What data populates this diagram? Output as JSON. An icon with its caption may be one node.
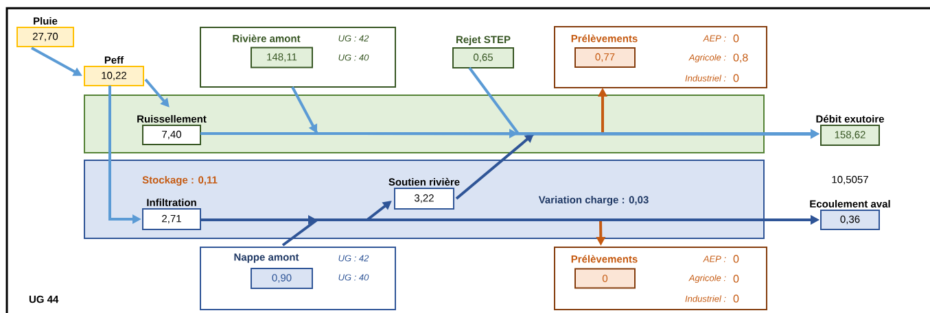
{
  "diagram": {
    "nodes": [
      {
        "text": [
          "Pluie",
          "27,70"
        ]
      },
      {
        "text": [
          "Peff",
          "10,22"
        ]
      },
      {
        "text": [
          "Rivière amont",
          "UG : 42",
          "UG : 40"
        ]
      },
      {
        "text": [
          "148,11"
        ],
        "in": 2
      },
      {
        "text": [
          "Rejet STEP",
          "0,65"
        ]
      },
      {
        "text": [
          "Prélèvements",
          "AEP :",
          "0",
          "Agricole :",
          "0,8",
          "Industriel :",
          "0"
        ]
      },
      {
        "text": [
          "0,77"
        ],
        "in": 5
      },
      {
        "text": [],
        "shape": "box"
      },
      {
        "text": [
          "Ruissellement",
          "7,40"
        ],
        "in": 7
      },
      {
        "text": [
          "Débit exutoire",
          "158,62"
        ]
      },
      {
        "text": [
          "Stockage : 0,11",
          "Variation charge : 0,03"
        ]
      },
      {
        "text": [
          "Soutien rivière",
          "3,22"
        ],
        "in": 10
      },
      {
        "text": [
          "Infiltration",
          "2,71"
        ],
        "in": 10
      },
      {
        "text": [
          "Ecoulement aval",
          "0,36"
        ],
        "beside": [
          "10,5057"
        ]
      },
      {
        "text": [
          "Nappe amont",
          "UG : 42",
          "UG : 40"
        ]
      },
      {
        "text": [
          "0,90"
        ],
        "in": 14
      },
      {
        "text": [
          "Prélèvements",
          "AEP :",
          "0",
          "Agricole :",
          "0",
          "Industriel :",
          "0"
        ]
      },
      {
        "text": [
          "0"
        ],
        "in": 16
      }
    ],
    "edges": [
      {
        "from": 0,
        "to": 1,
        "arrow": "to"
      },
      {
        "from": 1,
        "to": 8,
        "arrow": "to"
      },
      {
        "from": 1,
        "to": 12,
        "arrow": "to"
      },
      {
        "from": 8,
        "to": 9,
        "arrow": "to"
      },
      {
        "from": 2,
        "to": 9,
        "arrow": "to"
      },
      {
        "from": 4,
        "to": 9,
        "arrow": "to"
      },
      {
        "from": 11,
        "to": 9,
        "arrow": "to",
        "color": "#2f5597"
      },
      {
        "from": 8,
        "to": 5,
        "arrow": "to",
        "color": "#c55a11"
      },
      {
        "from": 12,
        "to": 13,
        "arrow": "to",
        "color": "#2f5597"
      },
      {
        "from": 14,
        "to": 13,
        "arrow": "to",
        "color": "#2f5597"
      },
      {
        "from": 12,
        "to": 11,
        "arrow": "to",
        "color": "#2f5597"
      },
      {
        "from": 12,
        "to": 16,
        "arrow": "to",
        "color": "#c55a11"
      }
    ],
    "labels": [
      "UG 44"
    ]
  }
}
